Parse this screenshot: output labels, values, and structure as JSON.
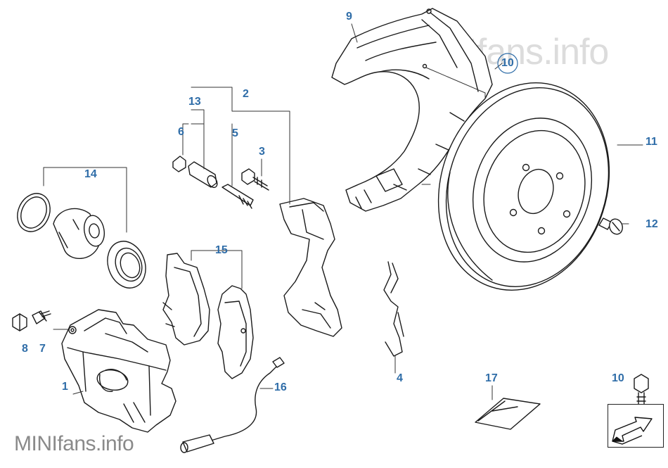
{
  "watermark": {
    "brand": "MINIfans",
    "suffix": ".info"
  },
  "callouts": [
    {
      "id": "c1",
      "text": "1"
    },
    {
      "id": "c2",
      "text": "2"
    },
    {
      "id": "c3",
      "text": "3"
    },
    {
      "id": "c4",
      "text": "4"
    },
    {
      "id": "c5",
      "text": "5"
    },
    {
      "id": "c6",
      "text": "6"
    },
    {
      "id": "c7",
      "text": "7"
    },
    {
      "id": "c8",
      "text": "8"
    },
    {
      "id": "c9",
      "text": "9"
    },
    {
      "id": "c10a",
      "text": "10"
    },
    {
      "id": "c10b",
      "text": "10"
    },
    {
      "id": "c11",
      "text": "11"
    },
    {
      "id": "c12",
      "text": "12"
    },
    {
      "id": "c13",
      "text": "13"
    },
    {
      "id": "c14",
      "text": "14"
    },
    {
      "id": "c15",
      "text": "15"
    },
    {
      "id": "c16",
      "text": "16"
    },
    {
      "id": "c17",
      "text": "17"
    }
  ],
  "colors": {
    "callout": "#2f6da8",
    "line": "#1a1a1a",
    "watermark_top": "#dcdcdc",
    "watermark_bottom": "#8a8a8a"
  }
}
